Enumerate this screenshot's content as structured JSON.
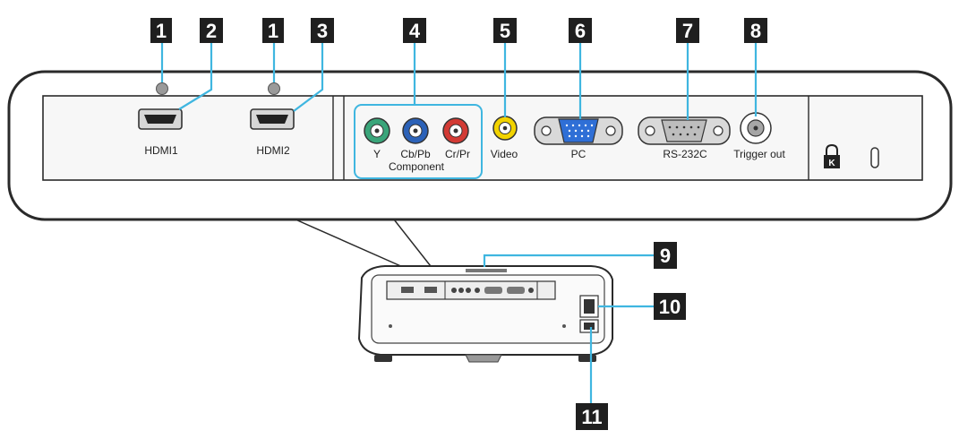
{
  "callouts": {
    "c1a": "1",
    "c2": "2",
    "c1b": "1",
    "c3": "3",
    "c4": "4",
    "c5": "5",
    "c6": "6",
    "c7": "7",
    "c8": "8",
    "c9": "9",
    "c10": "10",
    "c11": "11"
  },
  "ports": {
    "hdmi1": "HDMI1",
    "hdmi2": "HDMI2",
    "y": "Y",
    "cbpb": "Cb/Pb",
    "crpr": "Cr/Pr",
    "component": "Component",
    "video": "Video",
    "pc": "PC",
    "rs232c": "RS-232C",
    "trigger": "Trigger out"
  },
  "colors": {
    "callout_box": "#1f1f1f",
    "leader_line": "#3fb6e0",
    "panel_fill": "#f7f7f7",
    "panel_stroke": "#2a2a2a",
    "jack_y": "#3aa57a",
    "jack_cb": "#2c62b8",
    "jack_cr": "#d23a34",
    "jack_video": "#f2d300",
    "vga_blue": "#2f6fd6"
  },
  "icons": {
    "lock": "kensington-lock-icon",
    "slot": "security-slot-icon"
  }
}
